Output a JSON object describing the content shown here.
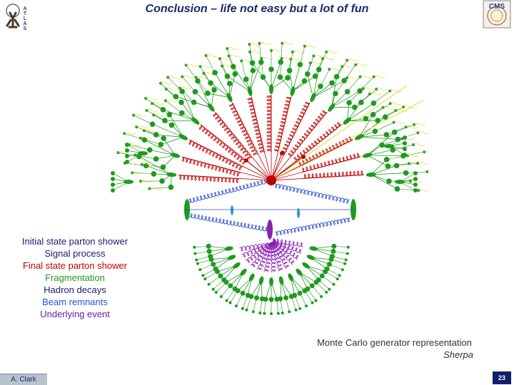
{
  "slide": {
    "title": "Conclusion – life not easy but a lot of fun",
    "logos": {
      "left": "ATLAS",
      "right": "CMS"
    }
  },
  "legend": [
    {
      "label": "Initial state parton shower",
      "color": "#1a1a6e"
    },
    {
      "label": "Signal process",
      "color": "#1a1a6e"
    },
    {
      "label": "Final state parton shower",
      "color": "#c00000"
    },
    {
      "label": "Fragmentation",
      "color": "#1f9a1f"
    },
    {
      "label": "Hadron decays",
      "color": "#1a1a6e"
    },
    {
      "label": "Beam remnants",
      "color": "#2b4fd0"
    },
    {
      "label": "Underlying event",
      "color": "#6a1fa0"
    }
  ],
  "caption": {
    "line1": "Monte Carlo generator representation",
    "line2": "Sherpa"
  },
  "footer": {
    "author": "A. Clark",
    "page": "23"
  },
  "colors": {
    "title": "#1a2a6c",
    "hadron": "#1f9a1f",
    "final_state": "#c00000",
    "initial_state": "#2b4fd0",
    "decay_particle": "#e8d000",
    "hard_process": "#c00000",
    "remnant": "#20a0c0",
    "underlying": "#8b1fb0"
  }
}
